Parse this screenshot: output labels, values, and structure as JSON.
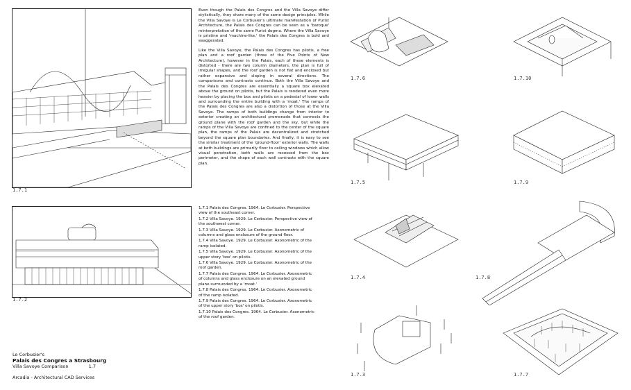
{
  "figures": {
    "f1_label": "1.7.1",
    "f2_label": "1.7.2",
    "f3_label": "1.7.3",
    "f4_label": "1.7.4",
    "f5_label": "1.7.5",
    "f6_label": "1.7.6",
    "f7_label": "1.7.7",
    "f8_label": "1.7.8",
    "f9_label": "1.7.9",
    "f10_label": "1.7.10"
  },
  "essay": {
    "p1": "Even though the Palais des Congres and the Villa Savoye differ stylistically, they share many of the same design principles. While the Villa Savoye is Le Corbusier's ultimate manifestation of Purist Architecture, the Palais des Congres can be seen as a 'baroque' reinterpretation of the same Purist dogma. Where the Villa Savoye is pristine and 'machine-like,' the Palais des Congres is bold and exaggerated.",
    "p2": "Like the Villa Savoye, the Palais des Congres has pilotis, a free plan and a roof garden (three of the Five Points of New Architecture), however in the Palais, each of these elements is distorted - there are two column diameters, the plan is full of irregular shapes, and the roof garden is not flat and enclosed but rather expansive and sloping in several directions. The comparisons and contrasts continue. Both the Villa Savoye and the Palais des Congres are essentially a square box elevated above the ground on pilotis, but the Palais is rendered even more heavier by placing the box and pilotis on a pedestal of lower walls and surrounding the entire building with a 'moat.' The ramps of the Palais des Congres are also a distortion of those at the Villa Savoye. The ramps of both buildings change from interior to exterior creating an architectural promenade that connects the ground plane with the roof garden and the sky, but while the ramps of the Villa Savoye are confined to the center of the square plan, the ramps of the Palais are decentralized and stretched beyond the square plan boundaries. And finally, it is easy to see the similar treatment of the 'ground-floor' exterior walls. The walls at both buildings are primarily floor to ceiling windows which allow visual penetration, both walls are recessed from the box perimeter, and the shape of each wall contrasts with the square plan."
  },
  "captions": [
    "1.7.1 Palais des Congres. 1964. Le Corbusier. Perspective view of the southeast corner.",
    "1.7.2 Villa Savoye. 1929. Le Corbusier. Perspective view of the southwest corner.",
    "1.7.3 Villa Savoye. 1929. Le Corbusier. Axonometric of columns and glass enclosure of the ground floor.",
    "1.7.4 Villa Savoye. 1929. Le Corbusier. Axonometric of the ramp isolated.",
    "1.7.5 Villa Savoye. 1929. Le Corbusier. Axonometric of the upper story 'box' on pilotis.",
    "1.7.6 Villa Savoye. 1929. Le Corbusier. Axonometric of the roof garden.",
    "1.7.7 Palais des Congres. 1964. Le Corbusier. Axonometric of columns and glass enclosure on an elevated ground plane surrounded by a 'moat.'",
    "1.7.8 Palais des Congres. 1964. Le Corbusier. Axonometric of the ramp isolated.",
    "1.7.9 Palais des Congres. 1964. Le Corbusier. Axonometric of the upper story 'box' on pilotis.",
    "1.7.10 Palais des Congres. 1964. Le Corbusier. Axonometric of the roof garden."
  ],
  "title_block": {
    "line1": "Le Corbusier's",
    "line2": "Palais des Congres a Strasbourg",
    "line3": "Villa Savoye Comparison",
    "sheet": "1.7",
    "credit": "Arcadia - Architectural CAD Services"
  }
}
